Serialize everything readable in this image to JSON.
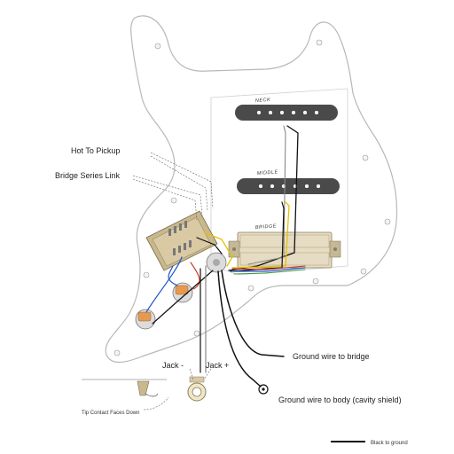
{
  "labels": {
    "hot_to_pickup": "Hot To Pickup",
    "bridge_series_link": "Bridge Series Link",
    "jack_minus": "Jack -",
    "jack_plus": "Jack +",
    "ground_bridge": "Ground wire to bridge",
    "ground_body": "Ground wire to body (cavity shield)",
    "tip_contact": "Tip Contact Faces Down",
    "legend_black": "Black to ground"
  },
  "pickups": {
    "neck": "NECK",
    "middle": "MIDDLE",
    "bridge": "BRIDGE"
  },
  "colors": {
    "pickguard": "#ffffff",
    "pickguard_outline": "#b8b8b8",
    "pickup_cover": "#4a4a4a",
    "humbucker": "#e6dcc4",
    "wire_black": "#111111",
    "wire_yellow": "#e8c000",
    "wire_blue": "#2255cc",
    "wire_red": "#d03020",
    "wire_green": "#3a9a3a",
    "pot_orange": "#e59a50"
  }
}
